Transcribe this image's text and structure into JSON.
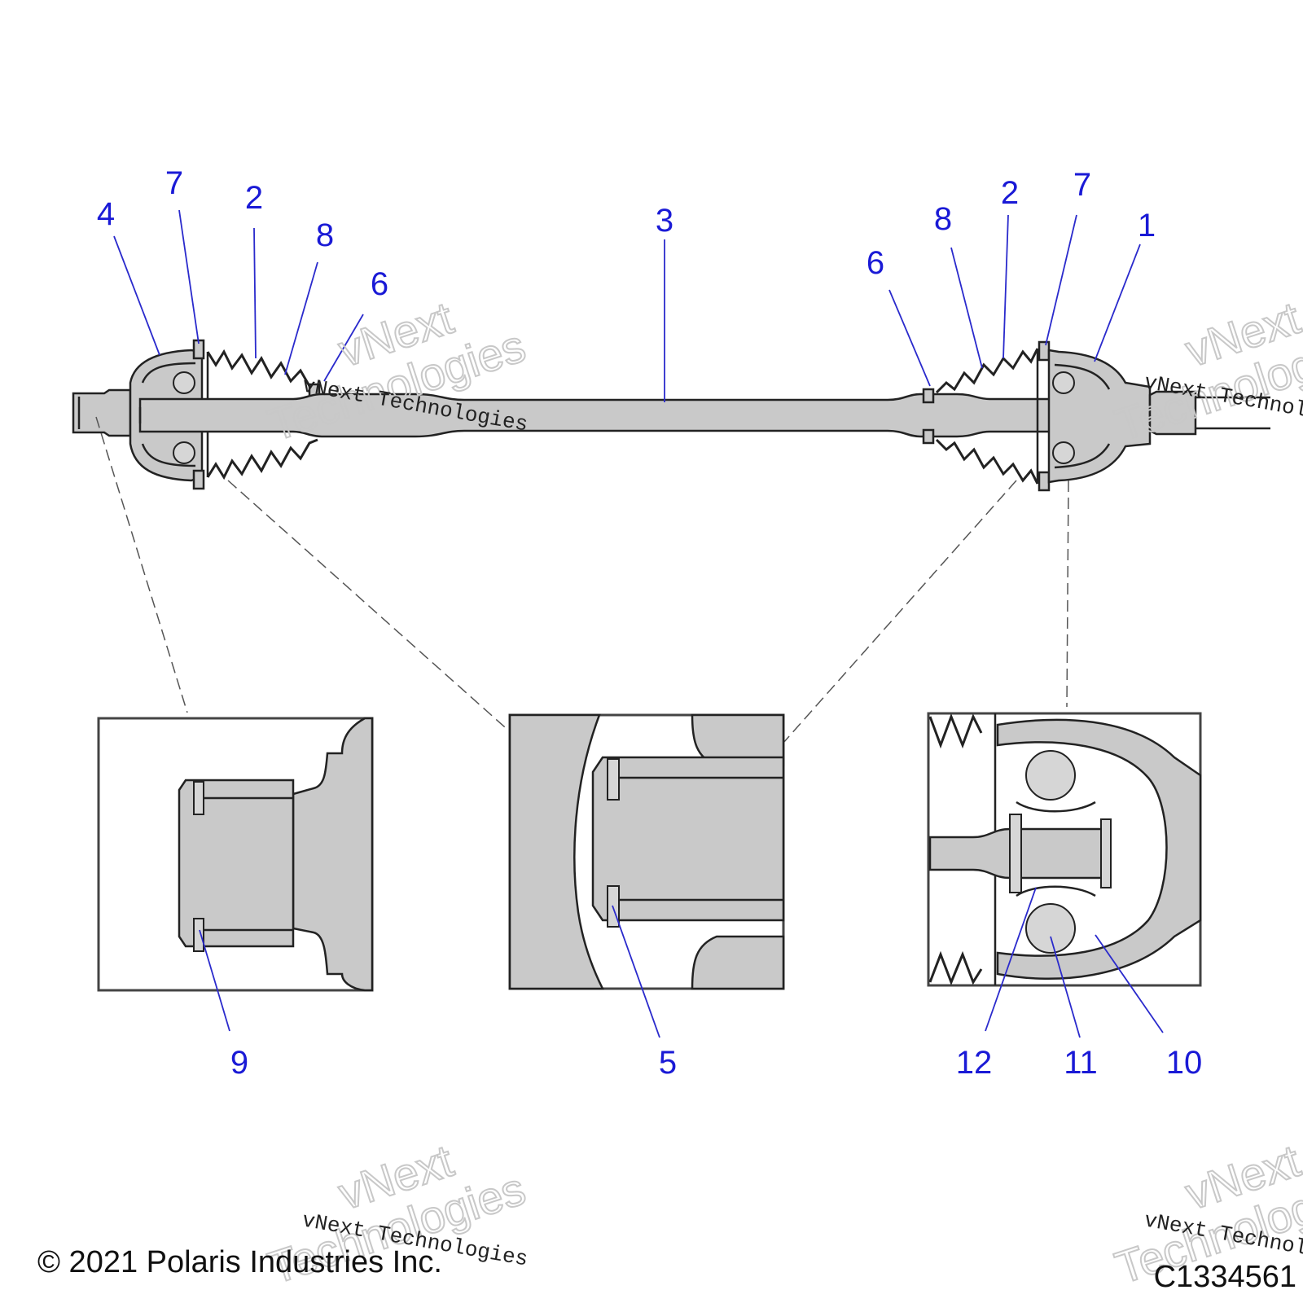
{
  "diagram": {
    "callouts": [
      {
        "id": "c4-left",
        "label": "4"
      },
      {
        "id": "c7-left",
        "label": "7"
      },
      {
        "id": "c2-left",
        "label": "2"
      },
      {
        "id": "c8-left",
        "label": "8"
      },
      {
        "id": "c6-left",
        "label": "6"
      },
      {
        "id": "c3",
        "label": "3"
      },
      {
        "id": "c6-right",
        "label": "6"
      },
      {
        "id": "c8-right",
        "label": "8"
      },
      {
        "id": "c2-right",
        "label": "2"
      },
      {
        "id": "c7-right",
        "label": "7"
      },
      {
        "id": "c1",
        "label": "1"
      },
      {
        "id": "c9",
        "label": "9"
      },
      {
        "id": "c5",
        "label": "5"
      },
      {
        "id": "c12",
        "label": "12"
      },
      {
        "id": "c11",
        "label": "11"
      },
      {
        "id": "c10",
        "label": "10"
      }
    ],
    "colors": {
      "callout": "#1a1ad6",
      "part_fill": "#c9c9c9",
      "line": "#222222"
    }
  },
  "footer": {
    "copyright": "© 2021 Polaris Industries Inc.",
    "figure_code": "C1334561"
  },
  "watermark": {
    "line1": "vNext",
    "line2": "Technologies",
    "small": "vNext Technologies"
  }
}
